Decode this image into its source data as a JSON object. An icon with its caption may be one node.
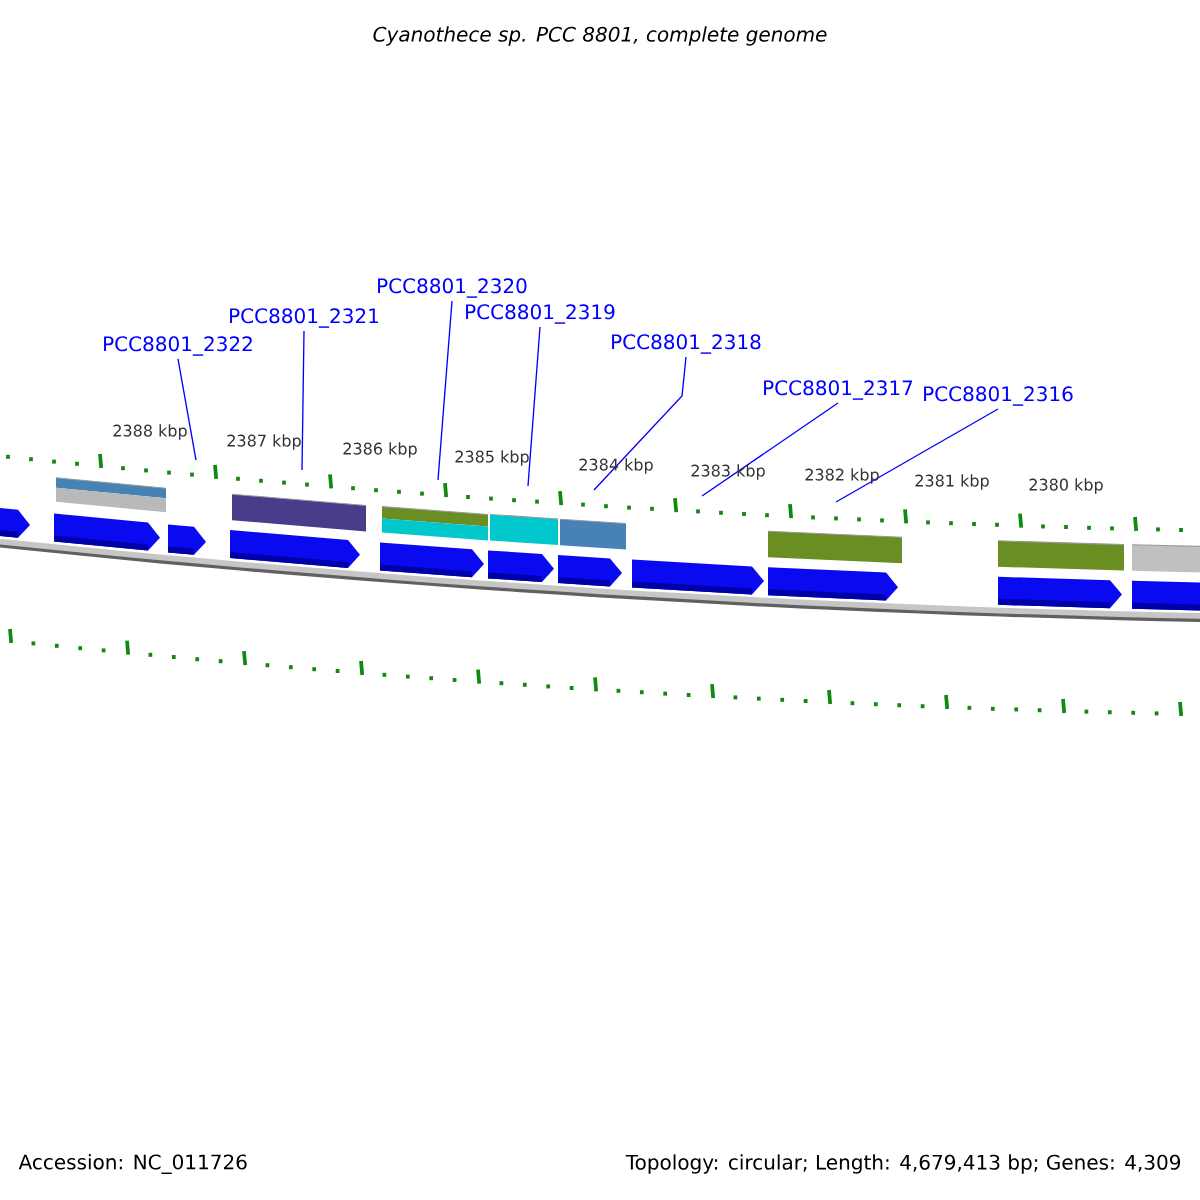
{
  "diagram": {
    "title": "Cyanothece sp. PCC 8801, complete genome",
    "nodes": [
      {
        "text": [
          "PCC8801_2322"
        ]
      },
      {
        "text": [
          "PCC8801_2321"
        ]
      },
      {
        "text": [
          "PCC8801_2320"
        ]
      },
      {
        "text": [
          "PCC8801_2319"
        ]
      },
      {
        "text": [
          "PCC8801_2318"
        ]
      },
      {
        "text": [
          "PCC8801_2317"
        ]
      },
      {
        "text": [
          "PCC8801_2316"
        ]
      }
    ],
    "edges": [
      {
        "from": 0,
        "to": null,
        "arrow": "none"
      },
      {
        "from": 1,
        "to": null,
        "arrow": "none"
      },
      {
        "from": 2,
        "to": null,
        "arrow": "none"
      },
      {
        "from": 3,
        "to": null,
        "arrow": "none"
      },
      {
        "from": 4,
        "to": null,
        "arrow": "none"
      },
      {
        "from": 5,
        "to": null,
        "arrow": "none"
      },
      {
        "from": 6,
        "to": null,
        "arrow": "none"
      }
    ],
    "labels": [
      "2388 kbp",
      "2387 kbp",
      "2386 kbp",
      "2385 kbp",
      "2384 kbp",
      "2383 kbp",
      "2382 kbp",
      "2381 kbp",
      "2380 kbp",
      "Accession: NC_011726",
      "Topology: circular; Length: 4,679,413 bp; Genes: 4,309"
    ]
  }
}
